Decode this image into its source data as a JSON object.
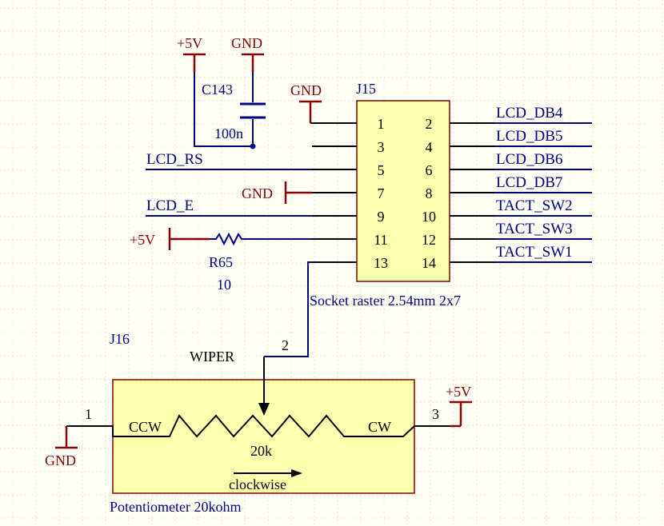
{
  "power": {
    "vcc": "+5V",
    "gnd": "GND"
  },
  "capacitor": {
    "ref": "C143",
    "value": "100n"
  },
  "resistor": {
    "ref": "R65",
    "value": "10"
  },
  "header": {
    "ref": "J15",
    "description": "Socket raster 2.54mm 2x7",
    "odd_pins": [
      "1",
      "3",
      "5",
      "7",
      "9",
      "11",
      "13"
    ],
    "even_pins": [
      "2",
      "4",
      "6",
      "8",
      "10",
      "12",
      "14"
    ]
  },
  "nets": {
    "left": {
      "lcd_rs": "LCD_RS",
      "lcd_e": "LCD_E"
    },
    "right": [
      "LCD_DB4",
      "LCD_DB5",
      "LCD_DB6",
      "LCD_DB7",
      "TACT_SW2",
      "TACT_SW3",
      "TACT_SW1"
    ]
  },
  "potentiometer": {
    "ref": "J16",
    "wiper_label": "WIPER",
    "wiper_pin": "2",
    "ccw_pin": "1",
    "cw_pin": "3",
    "ccw_label": "CCW",
    "cw_label": "CW",
    "value": "20k",
    "direction_label": "clockwise",
    "description": "Potentiometer 20kohm"
  }
}
